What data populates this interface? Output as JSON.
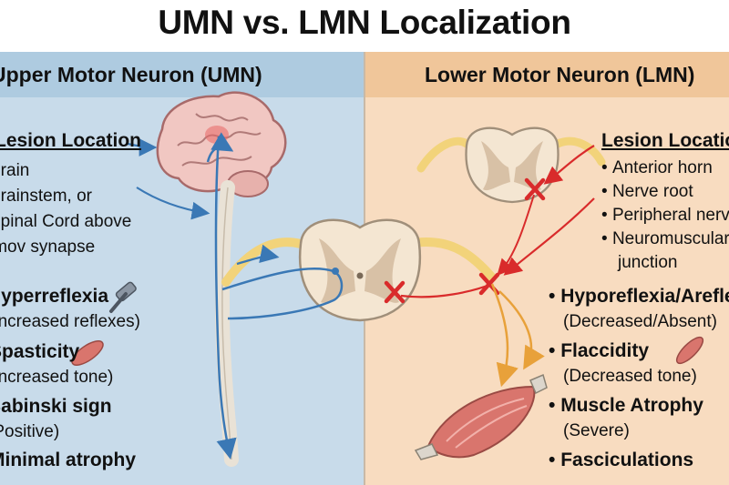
{
  "title": "UMN vs. LMN Localization",
  "umn": {
    "header": "Upper Motor Neuron (UMN)",
    "lesion_heading": "Lesion Location",
    "lesion_lines": [
      "Brain",
      "Brainstem, or",
      "Spinal Cord above",
      "lmov synapse"
    ],
    "signs": [
      {
        "name": "Hyperreflexia",
        "detail": "(Increased reflexes)",
        "icon": "reflex-hammer-icon"
      },
      {
        "name": "Spasticity",
        "detail": "(Increased tone)",
        "icon": "muscle-icon"
      },
      {
        "name": "Babinski sign",
        "detail": "(Positive)"
      },
      {
        "name": "Minimal atrophy"
      }
    ]
  },
  "lmn": {
    "header": "Lower Motor Neuron (LMN)",
    "lesion_heading": "Lesion Location",
    "lesion_items": [
      "Anterior horn",
      "Nerve root",
      "Peripheral nerve",
      "Neuromuscular",
      "junction"
    ],
    "signs": [
      {
        "name": "Hyporeflexia/Areflexia",
        "detail": "(Decreased/Absent)"
      },
      {
        "name": "Flaccidity",
        "detail": "(Decreased tone)",
        "icon": "muscle-icon"
      },
      {
        "name": "Muscle Atrophy",
        "detail": "(Severe)"
      },
      {
        "name": "Fasciculations"
      }
    ]
  },
  "colors": {
    "umn_panel": "#c8dbea",
    "lmn_panel": "#f8dcc0",
    "umn_pathway": "#3a78b5",
    "lesion_marker": "#d92b2b",
    "nerve": "#f2d37a",
    "lmn_pathway": "#e8a13a"
  }
}
